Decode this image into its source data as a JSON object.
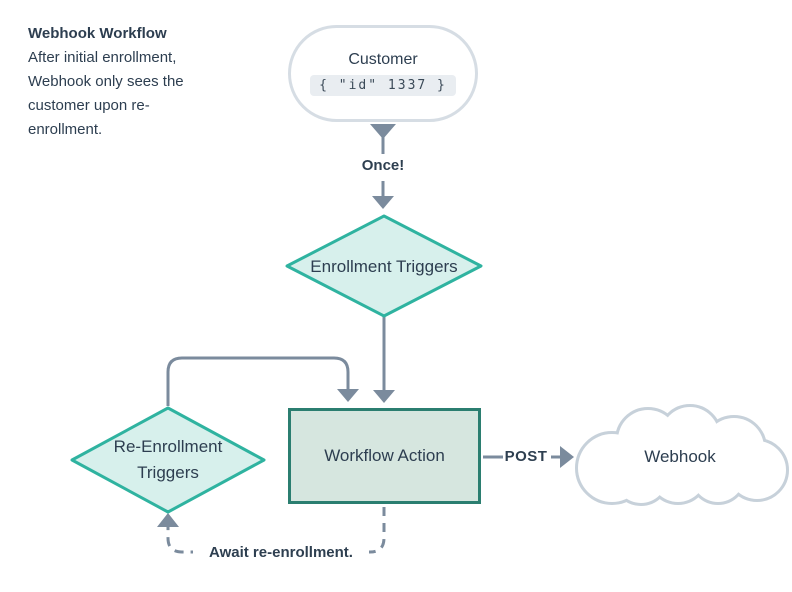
{
  "note": {
    "title": "Webhook Workflow",
    "body_lines": [
      "After initial enrollment,",
      "Webhook only sees the",
      "customer upon re-",
      "enrollment."
    ]
  },
  "nodes": {
    "customer": {
      "label": "Customer",
      "code": "{ \"id\" 1337 }"
    },
    "enrollment_triggers": {
      "label": "Enrollment Triggers"
    },
    "workflow_action": {
      "label": "Workflow Action"
    },
    "re_enrollment_triggers": {
      "lines": [
        "Re-Enrollment",
        "Triggers"
      ]
    },
    "webhook": {
      "label": "Webhook"
    }
  },
  "edges": {
    "once_label": "Once!",
    "post_label": "POST",
    "await_label": "Await re-enrollment."
  },
  "colors": {
    "diamond_border": "#2fb3a0",
    "diamond_fill": "#d7f0ec",
    "action_border": "#2b7e70",
    "action_fill": "#d6e6df",
    "arrow": "#7b8b9d",
    "text": "#2d3e50",
    "customer_border": "#d6dde4",
    "cloud_border": "#c7d1da",
    "chip_bg": "#e9edf1",
    "background": "#ffffff"
  }
}
